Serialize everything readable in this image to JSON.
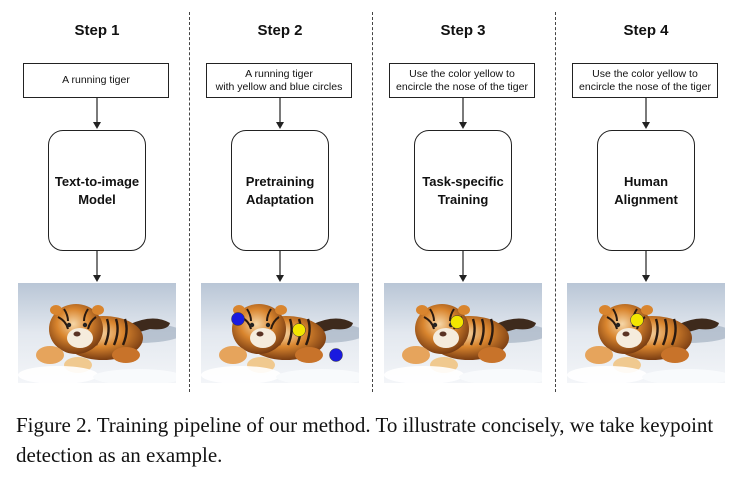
{
  "steps": [
    {
      "title": "Step 1",
      "prompt": "A running tiger",
      "model": "Text-to-image\nModel",
      "dots": []
    },
    {
      "title": "Step 2",
      "prompt": "A running tiger\nwith yellow and blue circles",
      "model": "Pretraining\nAdaptation",
      "dots": [
        {
          "color": "#1a1adf"
        },
        {
          "color": "#f3e600"
        },
        {
          "color": "#1a1adf"
        }
      ]
    },
    {
      "title": "Step 3",
      "prompt": "Use the color yellow to\nencircle the nose of the tiger",
      "model": "Task-specific\nTraining",
      "dots": [
        {
          "color": "#f3e600"
        }
      ]
    },
    {
      "title": "Step 4",
      "prompt": "Use the color yellow to\nencircle the nose of the tiger",
      "model": "Human\nAlignment",
      "dots": [
        {
          "color": "#f3e600"
        }
      ]
    }
  ],
  "caption": "Figure 2. Training pipeline of our method. To illustrate concisely, we take keypoint detection as an example."
}
